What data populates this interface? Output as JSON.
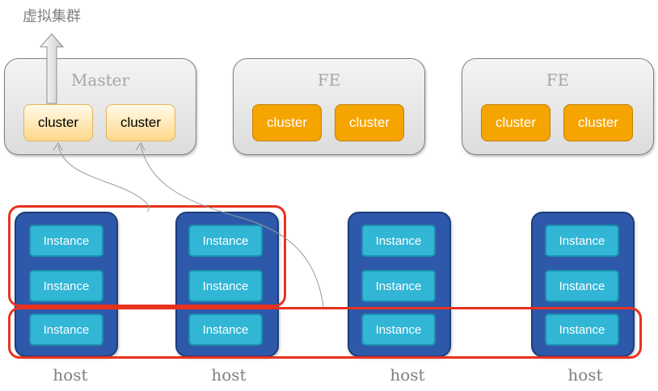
{
  "virtual_cluster_label": "虚拟集群",
  "groups": [
    {
      "title": "Master",
      "clusters": [
        "cluster",
        "cluster"
      ]
    },
    {
      "title": "FE",
      "clusters": [
        "cluster",
        "cluster"
      ]
    },
    {
      "title": "FE",
      "clusters": [
        "cluster",
        "cluster"
      ]
    }
  ],
  "hosts": [
    {
      "label": "host",
      "instances": [
        "Instance",
        "Instance",
        "Instance"
      ]
    },
    {
      "label": "host",
      "instances": [
        "Instance",
        "Instance",
        "Instance"
      ]
    },
    {
      "label": "host",
      "instances": [
        "Instance",
        "Instance",
        "Instance"
      ]
    },
    {
      "label": "host",
      "instances": [
        "Instance",
        "Instance",
        "Instance"
      ]
    }
  ],
  "colors": {
    "cluster_fill": "#f5a400",
    "master_cluster_fill": "#ffd78a",
    "host_fill": "#2e59aa",
    "instance_fill": "#31b6d6",
    "highlight_frame": "#e8321e"
  }
}
